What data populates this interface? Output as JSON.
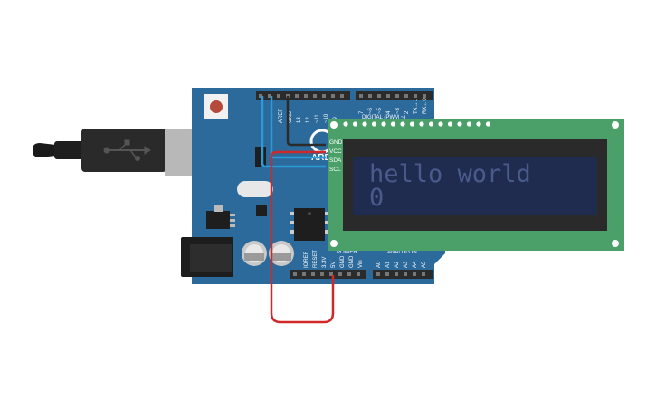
{
  "arduino": {
    "brand": "ARD",
    "top_header": {
      "labels": [
        "AREF",
        "GND",
        "13",
        "12",
        "~11",
        "~10",
        "~9",
        "8"
      ],
      "digital_labels": [
        "7",
        "~6",
        "~5",
        "4",
        "~3",
        "2",
        "TX→1",
        "RX←0"
      ],
      "section_label": "DIGITAL (PWM ~)"
    },
    "bottom_header": {
      "power_labels": [
        "IOREF",
        "RESET",
        "3.3V",
        "5V",
        "GND",
        "GND",
        "Vin"
      ],
      "analog_labels": [
        "A0",
        "A1",
        "A2",
        "A3",
        "A4",
        "A5"
      ],
      "power_section": "POWER",
      "analog_section": "ANALOG IN"
    }
  },
  "lcd": {
    "line1": "hello world",
    "line2": "0",
    "i2c_pins": [
      "GND",
      "VCC",
      "SDA",
      "SCL"
    ]
  },
  "colors": {
    "board": "#2b6a9a",
    "lcd_pcb": "#4aa068",
    "lcd_screen": "#1f2b4f",
    "lcd_text": "#4a5a8a",
    "wire_red": "#d02828",
    "wire_blue": "#2a9ad8",
    "wire_black": "#2b2b2b",
    "header": "#2b2b2b"
  },
  "icons": {
    "usb": "usb-icon",
    "reset_button": "reset-button"
  }
}
